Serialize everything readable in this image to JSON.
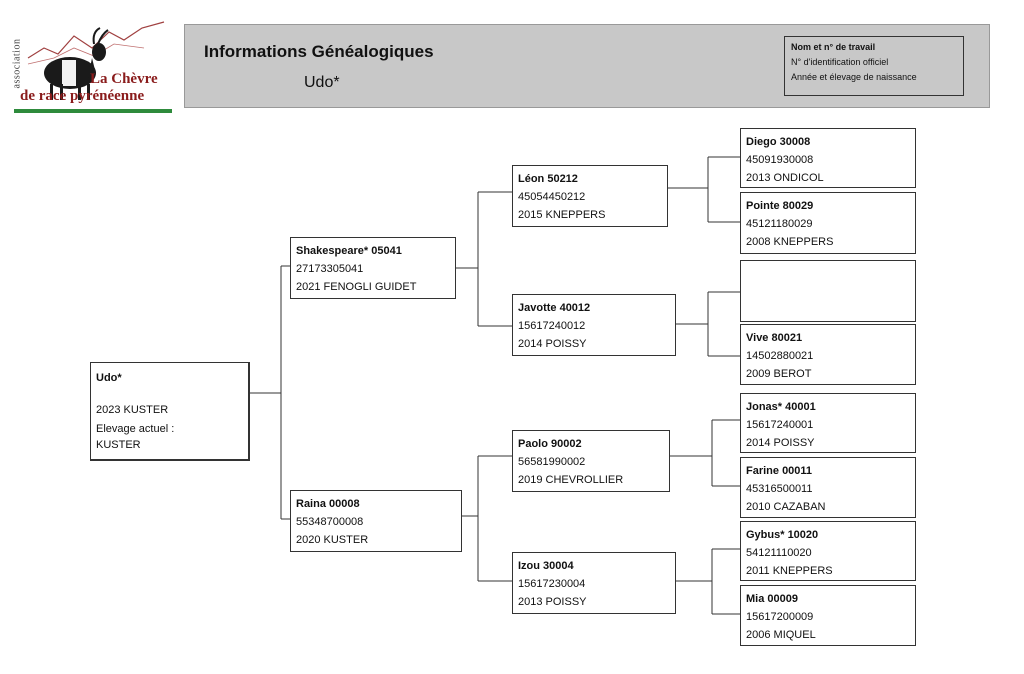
{
  "logo": {
    "association_text": "association",
    "name_line1": "La Chèvre",
    "name_line2": "de race pyrénéenne"
  },
  "header": {
    "title": "Informations Généalogiques",
    "subject": "Udo*",
    "legend": {
      "line1": "Nom et n° de travail",
      "line2": "N° d'identification officiel",
      "line3": "Année et élevage de naissance"
    }
  },
  "subject_animal": {
    "name": "Udo*",
    "birth": "2023 KUSTER",
    "current_breeder_label": "Elevage actuel :",
    "current_breeder": "KUSTER"
  },
  "parents": {
    "sire": {
      "name": "Shakespeare* 05041",
      "id": "27173305041",
      "birth": "2021 FENOGLI GUIDET"
    },
    "dam": {
      "name": "Raina 00008",
      "id": "55348700008",
      "birth": "2020 KUSTER"
    }
  },
  "grandparents": {
    "ss": {
      "name": "Léon 50212",
      "id": "45054450212",
      "birth": "2015 KNEPPERS"
    },
    "sd": {
      "name": "Javotte 40012",
      "id": "15617240012",
      "birth": "2014 POISSY"
    },
    "ds": {
      "name": "Paolo 90002",
      "id": "56581990002",
      "birth": "2019 CHEVROLLIER"
    },
    "dd": {
      "name": "Izou 30004",
      "id": "15617230004",
      "birth": "2013 POISSY"
    }
  },
  "great_grandparents": {
    "sss": {
      "name": "Diego 30008",
      "id": "45091930008",
      "birth": "2013 ONDICOL"
    },
    "ssd": {
      "name": "Pointe 80029",
      "id": "45121180029",
      "birth": "2008 KNEPPERS"
    },
    "sds": {
      "name": "",
      "id": "",
      "birth": ""
    },
    "sdd": {
      "name": "Vive 80021",
      "id": "14502880021",
      "birth": "2009 BEROT"
    },
    "dss": {
      "name": "Jonas* 40001",
      "id": "15617240001",
      "birth": "2014 POISSY"
    },
    "dsd": {
      "name": "Farine 00011",
      "id": "45316500011",
      "birth": "2010 CAZABAN"
    },
    "dds": {
      "name": "Gybus* 10020",
      "id": "54121110020",
      "birth": "2011 KNEPPERS"
    },
    "ddd": {
      "name": "Mia 00009",
      "id": "15617200009",
      "birth": "2006 MIQUEL"
    }
  }
}
